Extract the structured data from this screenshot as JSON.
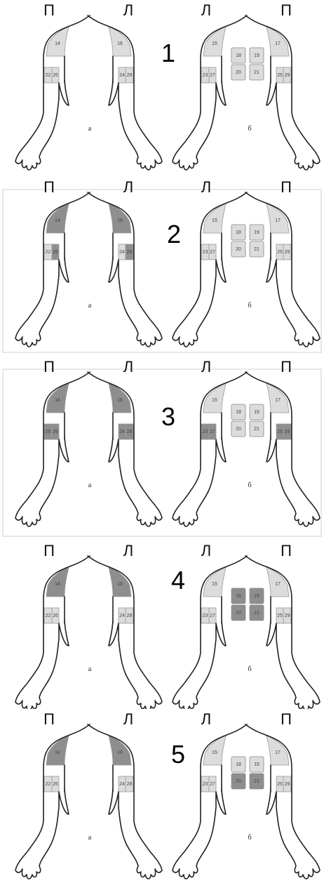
{
  "colors": {
    "light": "#dcdcdc",
    "dark": "#8e8e8e",
    "stroke": "#222222"
  },
  "panels": [
    {
      "number": "1",
      "side_labels": [
        "П",
        "Л",
        "Л",
        "П"
      ],
      "sub_labels": [
        "а",
        "б"
      ],
      "zones": {
        "shoulder": [
          {
            "label": "14",
            "shade": "light"
          },
          {
            "label": "16",
            "shade": "light"
          },
          {
            "label": "15",
            "shade": "light"
          },
          {
            "label": "17",
            "shade": "light"
          }
        ],
        "arm": [
          [
            "22",
            "26"
          ],
          [
            "28",
            "24"
          ],
          [
            "23",
            "27"
          ],
          [
            "29",
            "25"
          ]
        ],
        "arm_shade": [
          "light",
          "light",
          "light",
          "light"
        ],
        "back": [
          {
            "label": "18",
            "shade": "light"
          },
          {
            "label": "19",
            "shade": "light"
          },
          {
            "label": "20",
            "shade": "light"
          },
          {
            "label": "21",
            "shade": "light"
          }
        ]
      }
    },
    {
      "number": "2",
      "side_labels": [
        "П",
        "Л",
        "Л",
        "П"
      ],
      "sub_labels": [
        "а",
        "б"
      ],
      "zones": {
        "shoulder": [
          {
            "label": "14",
            "shade": "dark"
          },
          {
            "label": "16",
            "shade": "dark"
          },
          {
            "label": "15",
            "shade": "light"
          },
          {
            "label": "17",
            "shade": "light"
          }
        ],
        "arm": [
          [
            "22",
            "26"
          ],
          [
            "28",
            "24"
          ],
          [
            "23",
            "27"
          ],
          [
            "29",
            "25"
          ]
        ],
        "arm_shade": [
          "light-dark",
          "dark-light",
          "light",
          "light"
        ],
        "back": [
          {
            "label": "18",
            "shade": "light"
          },
          {
            "label": "19",
            "shade": "light"
          },
          {
            "label": "20",
            "shade": "light"
          },
          {
            "label": "21",
            "shade": "light"
          }
        ]
      }
    },
    {
      "number": "3",
      "side_labels": [
        "П",
        "Л",
        "Л",
        "П"
      ],
      "sub_labels": [
        "а",
        "б"
      ],
      "zones": {
        "shoulder": [
          {
            "label": "14",
            "shade": "dark"
          },
          {
            "label": "16",
            "shade": "dark"
          },
          {
            "label": "15",
            "shade": "light"
          },
          {
            "label": "17",
            "shade": "light"
          }
        ],
        "arm": [
          [
            "28",
            "26"
          ],
          [
            "28",
            "24"
          ],
          [
            "23",
            "27"
          ],
          [
            "29",
            "25"
          ]
        ],
        "arm_shade": [
          "dark",
          "dark",
          "dark",
          "dark"
        ],
        "back": [
          {
            "label": "18",
            "shade": "light"
          },
          {
            "label": "19",
            "shade": "light"
          },
          {
            "label": "20",
            "shade": "light"
          },
          {
            "label": "21",
            "shade": "light"
          }
        ]
      }
    },
    {
      "number": "4",
      "side_labels": [
        "П",
        "Л",
        "Л",
        "П"
      ],
      "sub_labels": [
        "а",
        "б"
      ],
      "zones": {
        "shoulder": [
          {
            "label": "14",
            "shade": "dark"
          },
          {
            "label": "16",
            "shade": "dark"
          },
          {
            "label": "15",
            "shade": "light"
          },
          {
            "label": "17",
            "shade": "light"
          }
        ],
        "arm": [
          [
            "22",
            "26"
          ],
          [
            "28",
            "24"
          ],
          [
            "23",
            "27"
          ],
          [
            "29",
            "25"
          ]
        ],
        "arm_shade": [
          "light",
          "light",
          "light",
          "light"
        ],
        "back": [
          {
            "label": "18",
            "shade": "dark"
          },
          {
            "label": "19",
            "shade": "dark"
          },
          {
            "label": "20",
            "shade": "dark"
          },
          {
            "label": "21",
            "shade": "dark"
          }
        ]
      }
    },
    {
      "number": "5",
      "side_labels": [
        "П",
        "Л",
        "Л",
        "П"
      ],
      "sub_labels": [
        "а",
        "б"
      ],
      "zones": {
        "shoulder": [
          {
            "label": "14",
            "shade": "dark"
          },
          {
            "label": "16",
            "shade": "dark"
          },
          {
            "label": "15",
            "shade": "light"
          },
          {
            "label": "17",
            "shade": "light"
          }
        ],
        "arm": [
          [
            "22",
            "26"
          ],
          [
            "28",
            "24"
          ],
          [
            "23",
            "27"
          ],
          [
            "29",
            "25"
          ]
        ],
        "arm_shade": [
          "light",
          "light",
          "light",
          "light"
        ],
        "back": [
          {
            "label": "18",
            "shade": "light"
          },
          {
            "label": "19",
            "shade": "light"
          },
          {
            "label": "20",
            "shade": "dark"
          },
          {
            "label": "21",
            "shade": "dark"
          }
        ]
      }
    }
  ]
}
